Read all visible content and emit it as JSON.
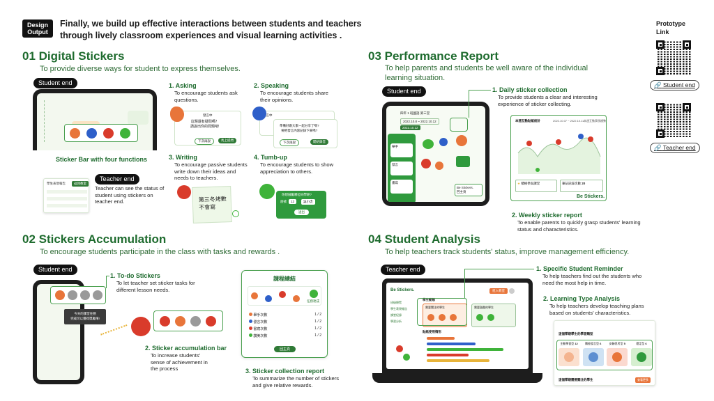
{
  "header": {
    "tag_line1": "Design",
    "tag_line2": "Output",
    "title_line1": "Finally, we build up effective interactions between students and teachers",
    "title_line2": "through lively classroom experiences and visual learning activities ."
  },
  "prototype": {
    "title_line1": "Prototype",
    "title_line2": "Link",
    "student_link": "Student end",
    "teacher_link": "Teacher end",
    "link_icon": "link-icon"
  },
  "s1": {
    "title": "01 Digital Stickers",
    "subtitle": "To provide diverse ways for student to express themselves.",
    "student_end": "Student end",
    "teacher_end": "Teacher end",
    "bar_caption": "Sticker Bar with four functions",
    "teacher_desc": "Teacher can see the status of student using stickers on teacher end.",
    "teacher_tab": "返回教室",
    "teacher_header": "學生表現報告",
    "features": [
      {
        "title": "1. Asking",
        "desc": "To encourage students ask questions."
      },
      {
        "title": "2. Speaking",
        "desc": "To encourage students share their opinions."
      },
      {
        "title": "3. Writing",
        "desc": "To encourage passive students write down their ideas and needs to teachers."
      },
      {
        "title": "4. Tumb-up",
        "desc": "To encourage students to show appreciation to others."
      }
    ],
    "asking_card": {
      "label": "發言中",
      "text": "這題還有疑問嗎？\n請說出你的問題吧!",
      "btn1": "下次再說",
      "btn2": "馬上提問"
    },
    "speaking_card": {
      "label": "發言中",
      "text": "準備好跟大家一起分享了嗎?\n要把發言內容記錄下來嗎?",
      "btn1": "下次再說",
      "btn2": "開始錄音"
    },
    "note_text": "第三冬烤數\n不會寫",
    "thumb_card": {
      "question": "你想鼓勵哪位同學呢?",
      "field_label": "座號",
      "field_value": "12",
      "name_value": "吳小虎",
      "button": "送出"
    }
  },
  "s2": {
    "title": "02 Stickers Accumulation",
    "subtitle": "To encourage students participate in the class with tasks and rewards .",
    "student_end": "Student end",
    "features": [
      {
        "title": "1. To-do Stickers",
        "desc": "To let teacher set sticker tasks for different lesson needs."
      },
      {
        "title": "2. Sticker accumulation bar",
        "desc": "To increase students' sense of achievement in the process"
      },
      {
        "title": "3. Sticker collection report",
        "desc": "To summarize the number of stickers and give relative rewards."
      }
    ],
    "tooltip": "今天的課堂任務\n完成可以獲得獎勵唷!",
    "report": {
      "title": "課程總結",
      "done_label": "任務達成",
      "rows": [
        {
          "label": "舉手次數",
          "value": "1 / 2"
        },
        {
          "label": "發言次數",
          "value": "1 / 2"
        },
        {
          "label": "書寫次數",
          "value": "1 / 2"
        },
        {
          "label": "讚美次數",
          "value": "1 / 2"
        }
      ],
      "button": "回主頁"
    }
  },
  "s3": {
    "title": "03 Performance Report",
    "subtitle_line1": "To help parents and students be well aware of the individual",
    "subtitle_line2": "learning situation.",
    "student_end": "Student end",
    "features": [
      {
        "title": "1. Daily sticker collection",
        "desc": "To provide students a clear and interesting experience of sticker collecting."
      },
      {
        "title": "2. Weekly sticker report",
        "desc": "To enable parents to quickly grasp students' learning status and characteristics."
      }
    ],
    "tablet": {
      "class_label": "四年 1 班國語 第三堂",
      "date_range": "2022.10.8 ~ 2022.10.12",
      "day_chip": "2022.10.12",
      "card1": "舉手",
      "card2": "發言",
      "card3": "書寫",
      "badge": "Be Stickers.",
      "badge_sub": "回主頁"
    },
    "weekly": {
      "title": "本週互動貼紙統計",
      "date_range": "2022.10.07 ~ 2022.10.11",
      "subtitle": "本週互動表現趨勢",
      "stat1_label": "積極參與課堂",
      "stat2_label": "筆記記錄次數",
      "stat2_value": "20",
      "brand": "Be Stickers."
    }
  },
  "s4": {
    "title": "04 Student Analysis",
    "subtitle": "To help teachers track students' status, improve management efficiency.",
    "teacher_end": "Teacher end",
    "features": [
      {
        "title": "1. Specific Student Reminder",
        "desc": "To help teachers find out the students who need the most help in time."
      },
      {
        "title": "2. Learning Type Analysis",
        "desc": "To help teachers develop teaching plans based on students' characteristics."
      }
    ],
    "laptop": {
      "brand": "Be Stickers.",
      "enter_btn": "進入教室",
      "nav": [
        "班級總覽",
        "學生表現報告",
        "課堂紀錄",
        "學習分析"
      ],
      "section1": "學生動態",
      "card1_title": "需要關注的學生",
      "card2_title": "需要鼓勵的學生",
      "section2": "貼紙使用情形"
    },
    "analysis": {
      "header": "這個學期學生的學習類型",
      "types": [
        {
          "label": "主動學習型",
          "count": "12"
        },
        {
          "label": "積極發言型",
          "count": "6"
        },
        {
          "label": "安靜思考型",
          "count": "5"
        },
        {
          "label": "穩定型",
          "count": "6"
        }
      ],
      "footer": "這個學期需要關注的學生",
      "footer_btn": "查看更多"
    }
  },
  "colors": {
    "accent_green": "#1e6b2e",
    "mid_green": "#4aa04f",
    "sticker_orange": "#e8753a",
    "sticker_red": "#d93b2b",
    "sticker_blue": "#2e5fc9",
    "sticker_green": "#3fb33a"
  },
  "icons": [
    "hand-icon",
    "microphone-icon",
    "pushpin-icon",
    "smile-icon",
    "link-icon",
    "qr-code"
  ]
}
